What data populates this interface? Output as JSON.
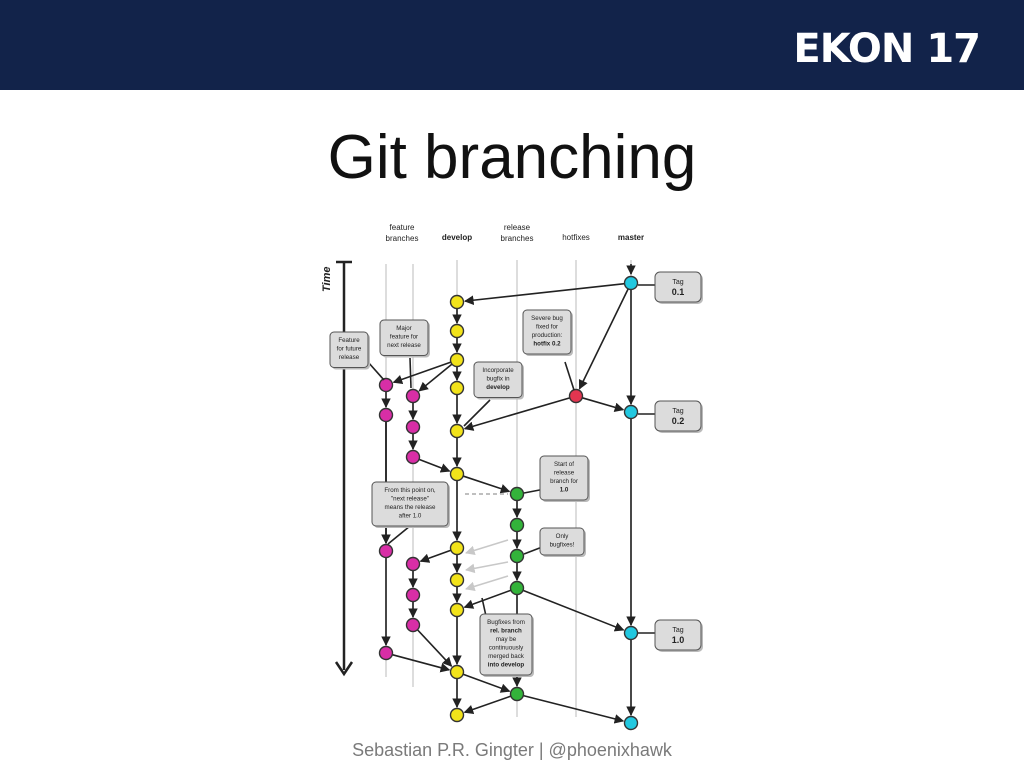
{
  "slide": {
    "brand": "EKON 17",
    "title": "Git branching",
    "footer": "Sebastian P.R. Gingter | @phoenixhawk"
  },
  "diagram": {
    "time_label": "Time",
    "lanes": [
      {
        "id": "feature",
        "lines": [
          "feature",
          "branches"
        ],
        "bold": false
      },
      {
        "id": "develop",
        "lines": [
          "develop"
        ],
        "bold": true
      },
      {
        "id": "release",
        "lines": [
          "release",
          "branches"
        ],
        "bold": false
      },
      {
        "id": "hotfix",
        "lines": [
          "hotfixes"
        ],
        "bold": false
      },
      {
        "id": "master",
        "lines": [
          "master"
        ],
        "bold": true
      }
    ],
    "colors": {
      "develop": "#f2e31a",
      "feature": "#d82ea6",
      "hotfix": "#e23550",
      "release": "#33b33a",
      "master": "#22c8e0",
      "callout_bg": "#dcdcdc"
    },
    "callouts": [
      {
        "id": "feature-future",
        "lines": [
          "Feature",
          "for future",
          "release"
        ]
      },
      {
        "id": "major-feature",
        "lines": [
          "Major",
          "feature for",
          "next release"
        ]
      },
      {
        "id": "severe-bug",
        "lines": [
          "Severe bug",
          "fixed for",
          "production:",
          "hotfix 0.2"
        ]
      },
      {
        "id": "incorporate",
        "lines": [
          "Incorporate",
          "bugfix in",
          "develop"
        ]
      },
      {
        "id": "start-release",
        "lines": [
          "Start of",
          "release",
          "branch for",
          "1.0"
        ]
      },
      {
        "id": "from-point",
        "lines": [
          "From this point on,",
          "\"next release\"",
          "means the release",
          "after 1.0"
        ]
      },
      {
        "id": "only-bugfixes",
        "lines": [
          "Only",
          "bugfixes!"
        ]
      },
      {
        "id": "bugfixes-merged",
        "lines": [
          "Bugfixes from",
          "rel. branch",
          "may be",
          "continuously",
          "merged back",
          "into develop"
        ]
      }
    ],
    "tags": [
      {
        "id": "tag-01",
        "label": "Tag",
        "value": "0.1"
      },
      {
        "id": "tag-02",
        "label": "Tag",
        "value": "0.2"
      },
      {
        "id": "tag-10",
        "label": "Tag",
        "value": "1.0"
      }
    ]
  }
}
